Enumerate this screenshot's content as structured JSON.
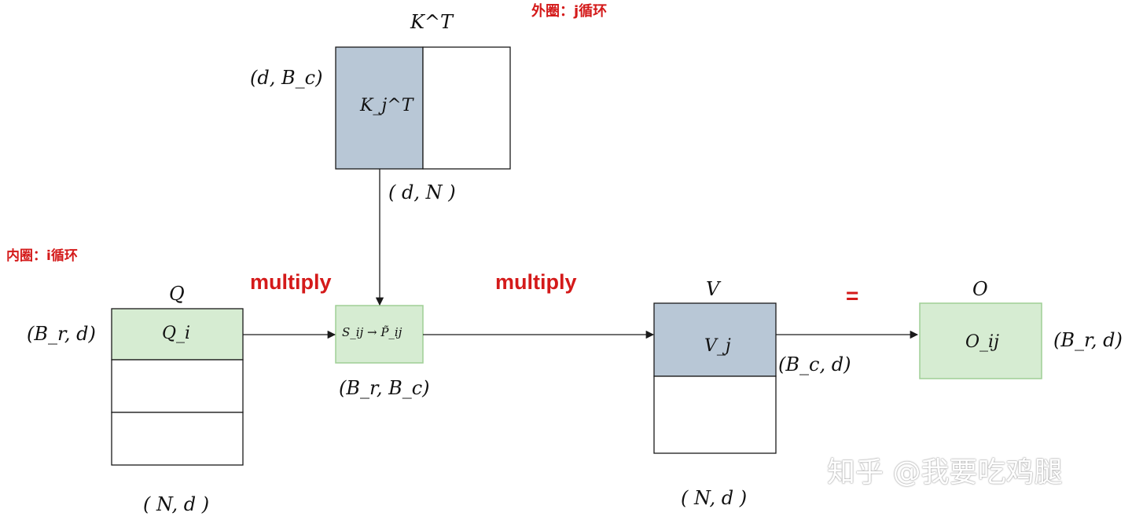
{
  "colors": {
    "blue_block": "#b8c7d6",
    "green_block": "#d6ecd2",
    "green_border": "#9fcf95",
    "red_text": "#d41a1a",
    "line": "#1a1a1a"
  },
  "kt": {
    "title": "K^T",
    "block_label": "K_j^T",
    "shape_label": "(d, B_c)",
    "bottom_label": "( d, N )"
  },
  "outer_loop_note": "外圈：j循环",
  "inner_loop_note": "内圈：i循环",
  "q": {
    "title": "Q",
    "block_label": "Q_i",
    "shape_label": "(B_r, d)",
    "bottom_label": "( N, d )"
  },
  "s": {
    "block_label": "S_ij → P̃_ij",
    "shape_label": "(B_r, B_c)"
  },
  "multiply_label_1": "multiply",
  "multiply_label_2": "multiply",
  "v": {
    "title": "V",
    "block_label": "V_j",
    "shape_label": "(B_c, d)",
    "bottom_label": "( N, d )"
  },
  "equals_label": "=",
  "o": {
    "title": "O",
    "block_label": "O_ij",
    "shape_label": "(B_r, d)"
  },
  "watermark": "知乎 @我要吃鸡腿"
}
